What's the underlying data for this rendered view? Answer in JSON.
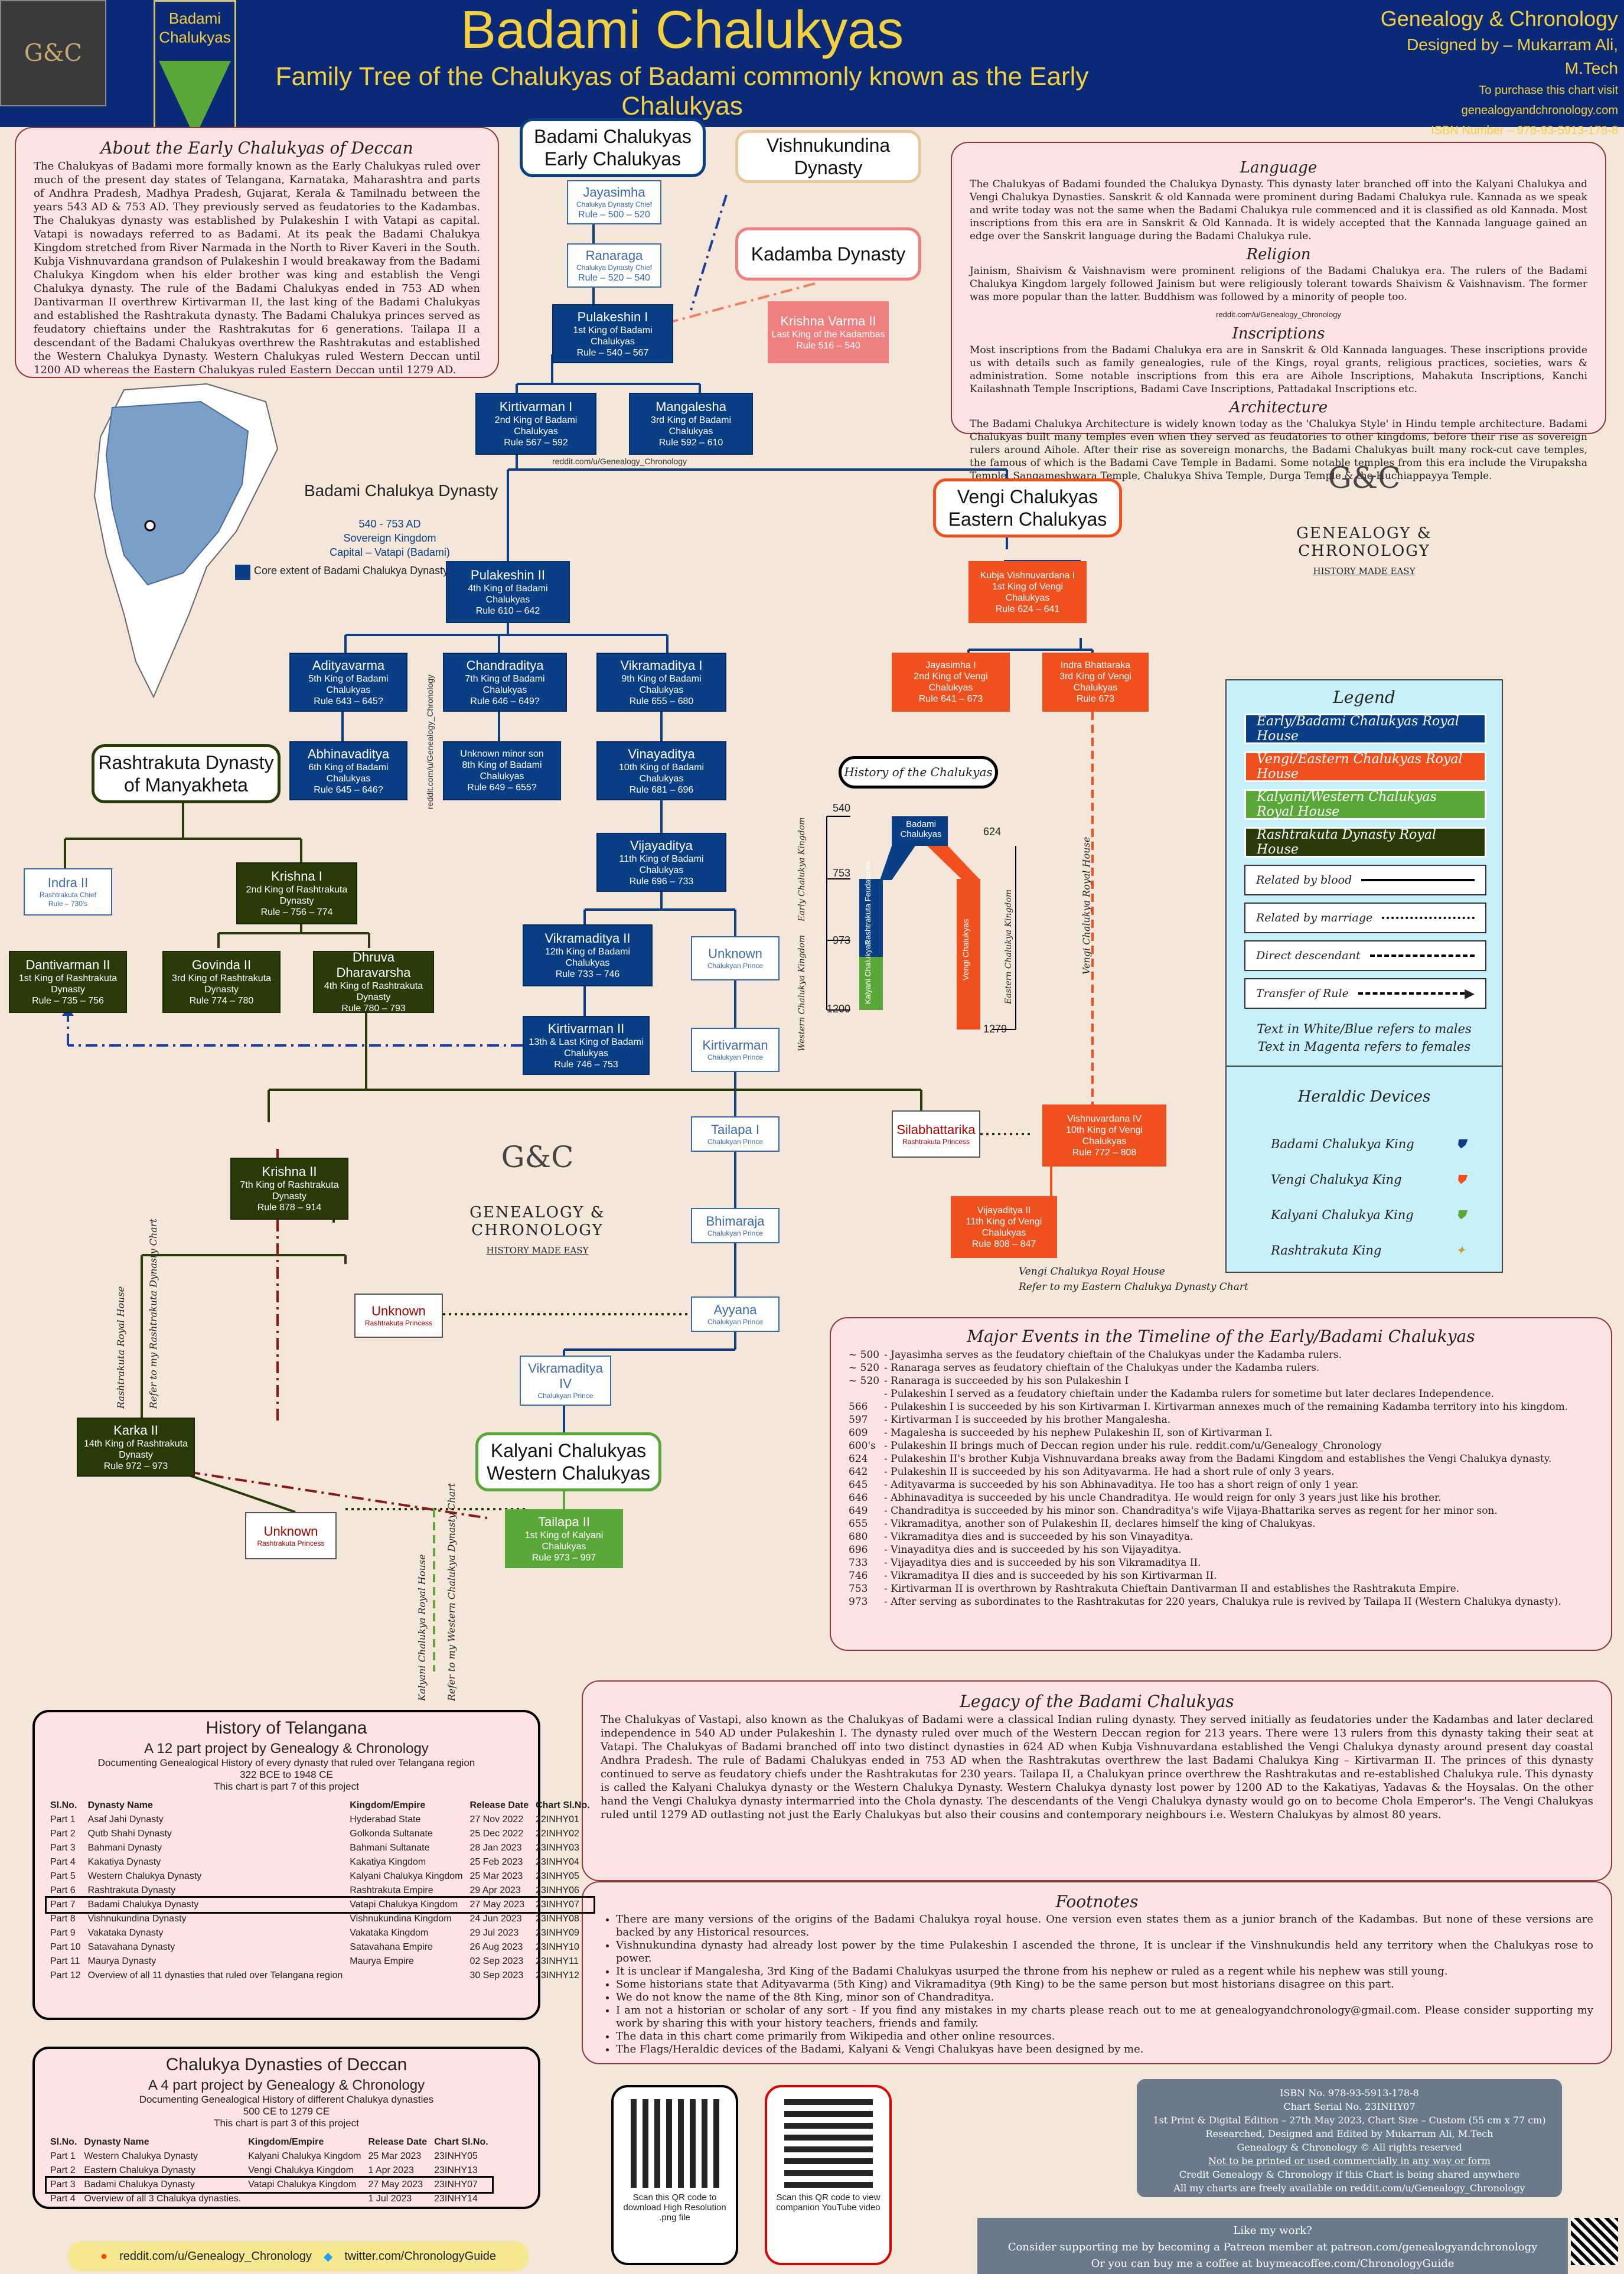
{
  "header": {
    "logo_text": "G&C",
    "shield_text": "Badami Chalukyas",
    "title": "Badami Chalukyas",
    "subtitle": "Family Tree of the Chalukyas of Badami commonly known as the Early Chalukyas",
    "right": [
      "Genealogy & Chronology",
      "Designed by – Mukarram Ali, M.Tech",
      "To purchase this chart visit",
      "genealogyandchronology.com",
      "ISBN Number – 978-93-5913-178-8"
    ]
  },
  "about": {
    "title": "About the Early Chalukyas of Deccan",
    "text": "The Chalukyas of Badami more formally known as the Early Chalukyas ruled over much of the present day states of Telangana, Karnataka, Maharashtra and parts of Andhra Pradesh, Madhya Pradesh, Gujarat, Kerala & Tamilnadu between the years 543 AD & 753 AD. They previously served as feudatories to the Kadambas. The Chalukyas dynasty was established by Pulakeshin I with Vatapi as capital. Vatapi is nowadays referred to as Badami. At its peak the Badami Chalukya Kingdom stretched from River Narmada in the North to River Kaveri in the South. Kubja Vishnuvardana grandson of Pulakeshin I would breakaway from the Badami Chalukya Kingdom when his elder brother was king and establish the Vengi Chalukya dynasty. The rule of the Badami Chalukyas ended in 753 AD when Dantivarman II overthrew Kirtivarman II, the last king of the Badami Chalukyas and established the Rashtrakuta dynasty. The Badami Chalukya princes served as feudatory chieftains under the Rashtrakutas for 6 generations. Tailapa II a descendant of the Badami Chalukyas overthrew the Rashtrakutas and established the Western Chalukya Dynasty. Western Chalukyas ruled Western Deccan until 1200 AD whereas the Eastern Chalukyas ruled Eastern Deccan until 1279 AD."
  },
  "map": {
    "title": "Badami Chalukya Dynasty",
    "years": "540 - 753 AD",
    "kingdom": "Sovereign Kingdom",
    "capital": "Capital – Vatapi (Badami)",
    "legend": "Core extent of Badami Chalukya Dynasty"
  },
  "info": {
    "language_title": "Language",
    "language": "The Chalukyas of Badami founded the Chalukya Dynasty. This dynasty later branched off into the Kalyani Chalukya and Vengi Chalukya Dynasties. Sanskrit & old Kannada were prominent during Badami Chalukya rule. Kannada as we speak and write today was not the same when the Badami Chalukya rule commenced and it is classified as old Kannada. Most inscriptions from this era are in Sanskrit & Old Kannada. It is widely accepted that the Kannada language gained an edge over the Sanskrit language during the Badami Chalukya rule.",
    "religion_title": "Religion",
    "religion": "Jainism, Shaivism & Vaishnavism were prominent religions of the Badami Chalukya era. The rulers of the Badami Chalukya Kingdom largely followed Jainism but were religiously tolerant towards Shaivism & Vaishnavism. The former was more popular than the latter. Buddhism was followed by a minority of people too.",
    "watermark": "reddit.com/u/Genealogy_Chronology",
    "inscriptions_title": "Inscriptions",
    "inscriptions": "Most inscriptions from the Badami Chalukya era are in Sanskrit & Old Kannada languages. These inscriptions provide us with details such as family genealogies, rule of the Kings, royal grants, religious practices, societies, wars & administration. Some notable inscriptions from this era are Aihole Inscriptions, Mahakuta Inscriptions, Kanchi Kailashnath Temple Inscriptions, Badami Cave Inscriptions, Pattadakal Inscriptions etc.",
    "architecture_title": "Architecture",
    "architecture": "The Badami Chalukya Architecture is widely known today as the 'Chalukya Style' in Hindu temple architecture. Badami Chalukyas built many temples even when they served as feudatories to other kingdoms, before their rise as sovereign rulers around Aihole. After their rise as sovereign monarchs, the Badami Chalukyas built many rock-cut cave temples, the famous of which is the Badami Cave Temple in Badami. Some notable temples from this era include the Virupaksha Temple, Sangameshwara Temple, Chalukya Shiva Temple, Durga Temple & the Huchiappayya Temple."
  },
  "brand": {
    "mono": "G&C",
    "name": "GENEALOGY & CHRONOLOGY",
    "tag": "HISTORY MADE EASY",
    "watermark": "reddit.com/u/Genealogy_Chronology"
  },
  "dynasties": {
    "badami": "Badami Chalukyas Early Chalukyas",
    "vishnukundina": "Vishnukundina Dynasty",
    "kadamba": "Kadamba Dynasty",
    "vengi": "Vengi Chalukyas Eastern Chalukyas",
    "rashtrakuta": "Rashtrakuta Dynasty of Manyakheta",
    "kalyani": "Kalyani Chalukyas Western Chalukyas"
  },
  "nodes": {
    "jayasimha": [
      "Jayasimha",
      "Chalukya Dynasty Chief",
      "Rule – 500 – 520"
    ],
    "ranaraga": [
      "Ranaraga",
      "Chalukya Dynasty Chief",
      "Rule – 520 – 540"
    ],
    "pulakeshin1": [
      "Pulakeshin I",
      "1st King of Badami Chalukyas",
      "Rule – 540 – 567"
    ],
    "krishnavarma": [
      "Krishna Varma II",
      "Last King of the Kadambas",
      "Rule 516 – 540"
    ],
    "kirtivarman1": [
      "Kirtivarman I",
      "2nd King of Badami Chalukyas",
      "Rule 567 – 592"
    ],
    "mangalesha": [
      "Mangalesha",
      "3rd King of Badami Chalukyas",
      "Rule 592 – 610"
    ],
    "pulakeshin2": [
      "Pulakeshin II",
      "4th King of Badami Chalukyas",
      "Rule 610 – 642"
    ],
    "kubja": [
      "Kubja Vishnuvardana I",
      "1st King of Vengi Chalukyas",
      "Rule 624 – 641"
    ],
    "adityavarma": [
      "Adityavarma",
      "5th King of Badami Chalukyas",
      "Rule 643 – 645?"
    ],
    "chandraditya": [
      "Chandraditya",
      "7th King of Badami Chalukyas",
      "Rule 646 – 649?"
    ],
    "vikramaditya1": [
      "Vikramaditya I",
      "9th King of Badami Chalukyas",
      "Rule 655 – 680"
    ],
    "jayasimha1": [
      "Jayasimha I",
      "2nd King of Vengi Chalukyas",
      "Rule 641 – 673"
    ],
    "indra": [
      "Indra Bhattaraka",
      "3rd King of Vengi Chalukyas",
      "Rule 673"
    ],
    "abhinavaditya": [
      "Abhinavaditya",
      "6th King of Badami Chalukyas",
      "Rule 645 – 646?"
    ],
    "unknownminor": [
      "Unknown minor son",
      "8th King of Badami Chalukyas",
      "Rule 649 – 655?"
    ],
    "vinayaditya": [
      "Vinayaditya",
      "10th King of Badami Chalukyas",
      "Rule 681 – 696"
    ],
    "vijayaditya": [
      "Vijayaditya",
      "11th King of Badami Chalukyas",
      "Rule 696 – 733"
    ],
    "vikramaditya2": [
      "Vikramaditya II",
      "12th King of Badami Chalukyas",
      "Rule 733 – 746"
    ],
    "kirtivarman2": [
      "Kirtivarman II",
      "13th & Last King of Badami Chalukyas",
      "Rule 746 – 753"
    ],
    "unknownprince": [
      "Unknown",
      "Chalukyan Prince",
      ""
    ],
    "kirtivarmanp": [
      "Kirtivarman",
      "Chalukyan Prince",
      ""
    ],
    "tailapa1": [
      "Tailapa I",
      "Chalukyan Prince",
      ""
    ],
    "bhimaraja": [
      "Bhimaraja",
      "Chalukyan Prince",
      ""
    ],
    "ayyana": [
      "Ayyana",
      "Chalukyan Prince",
      ""
    ],
    "vikramaditya4": [
      "Vikramaditya IV",
      "Chalukyan Prince",
      ""
    ],
    "tailapa2": [
      "Tailapa II",
      "1st King of Kalyani Chalukyas",
      "Rule 973 – 997"
    ],
    "indra2": [
      "Indra II",
      "Rashtrakuta Chief",
      "Rule – 730's"
    ],
    "krishna1": [
      "Krishna I",
      "2nd King of Rashtrakuta Dynasty",
      "Rule – 756 – 774"
    ],
    "dantivarman2": [
      "Dantivarman II",
      "1st King of Rashtrakuta Dynasty",
      "Rule – 735 – 756"
    ],
    "govinda2": [
      "Govinda II",
      "3rd King of Rashtrakuta Dynasty",
      "Rule 774 – 780"
    ],
    "dhruva": [
      "Dhruva Dharavarsha",
      "4th King of Rashtrakuta Dynasty",
      "Rule 780 – 793"
    ],
    "krishna2": [
      "Krishna II",
      "7th King of Rashtrakuta Dynasty",
      "Rule 878 – 914"
    ],
    "karka2": [
      "Karka II",
      "14th King of Rashtrakuta Dynasty",
      "Rule 972 – 973"
    ],
    "unknownrp1": [
      "Unknown",
      "Rashtrakuta Princess",
      ""
    ],
    "unknownrp2": [
      "Unknown",
      "Rashtrakuta Princess",
      ""
    ],
    "silabhattarika": [
      "Silabhattarika",
      "Rashtrakuta Princess",
      ""
    ],
    "vishnuvardana4": [
      "Vishnuvardana IV",
      "10th King of Vengi Chalukyas",
      "Rule 772 – 808"
    ],
    "vijayaditya2": [
      "Vijayaditya II",
      "11th King of Vengi Chalukyas",
      "Rule 808 – 847"
    ]
  },
  "tree_labels": {
    "vengi_house": "Vengi Chalukya Royal House",
    "vengi_refer": "Vengi Chalukya Royal House",
    "vengi_refer2": "Refer to my Eastern Chalukya Dynasty Chart",
    "rash_house": "Rashtrakuta Royal House",
    "rash_refer": "Refer to my Rashtrakuta Dynasty Chart",
    "kal_house": "Kalyani Chalukya Royal House",
    "kal_refer": "Refer to my Western Chalukya Dynasty Chart",
    "wm": "reddit.com/u/Genealogy_Chronology"
  },
  "history": {
    "title": "History of the Chalukyas",
    "badami": "Badami Chalukyas",
    "rashtrakuta": "Rashtrakuta Feudatories",
    "kalyani": "Kalyani Chalukyas",
    "vengi": "Vengi Chalukyas",
    "early": "Early Chalukya Kingdom",
    "western": "Western Chalukya Kingdom",
    "eastern": "Eastern Chalukya Kingdom",
    "y540": "540",
    "y624": "624",
    "y753": "753",
    "y973": "973",
    "y1200": "1200",
    "y1279": "1279"
  },
  "legend": {
    "title": "Legend",
    "items": [
      "Early/Badami Chalukyas Royal House",
      "Vengi/Eastern Chalukyas Royal House",
      "Kalyani/Western Chalukyas Royal House",
      "Rashtrakuta Dynasty Royal House",
      "Related by blood",
      "Related by marriage",
      "Direct descendant",
      "Transfer of Rule"
    ],
    "note1": "Text in White/Blue refers to males",
    "note2": "Text in Magenta refers to females",
    "heraldic_title": "Heraldic Devices",
    "heraldic": [
      "Badami Chalukya King",
      "Vengi Chalukya King",
      "Kalyani Chalukya King",
      "Rashtrakuta King"
    ],
    "colors": {
      "badami": "#0a3f86",
      "vengi": "#f0501e",
      "kalyani": "#5aa83a",
      "rashtrakuta": "#2a3b0a"
    }
  },
  "events": {
    "title": "Major Events in the Timeline of the Early/Badami Chalukyas",
    "rows": [
      [
        "~ 500",
        "- Jayasimha serves as the feudatory chieftain of the Chalukyas under the Kadamba rulers."
      ],
      [
        "~ 520",
        "- Ranaraga serves as feudatory chieftain of the Chalukyas under the Kadamba rulers."
      ],
      [
        "~ 520",
        "- Ranaraga is succeeded by his son Pulakeshin I"
      ],
      [
        "",
        "- Pulakeshin I served as a feudatory chieftain under the Kadamba rulers for sometime but later declares Independence."
      ],
      [
        "566",
        "- Pulakeshin I is succeeded by his son Kirtivarman I. Kirtivarman annexes much of the remaining Kadamba territory into his kingdom."
      ],
      [
        "597",
        "- Kirtivarman I is succeeded by his brother Mangalesha."
      ],
      [
        "609",
        "- Magalesha is succeeded by his nephew Pulakeshin II, son of Kirtivarman I."
      ],
      [
        "600's",
        "- Pulakeshin II brings much of Deccan region under his rule. reddit.com/u/Genealogy_Chronology"
      ],
      [
        "624",
        "- Pulakeshin II's brother Kubja Vishnuvardana breaks away from the Badami Kingdom and establishes the Vengi Chalukya dynasty."
      ],
      [
        "642",
        "- Pulakeshin II is succeeded by his son Adityavarma. He had a short rule of only 3 years."
      ],
      [
        "645",
        "- Adityavarma is succeeded by his son Abhinavaditya. He too has a short reign of only 1 year."
      ],
      [
        "646",
        "- Abhinavaditya is succeeded by his uncle Chandraditya. He would reign for only 3 years just like his brother."
      ],
      [
        "649",
        "- Chandraditya is succeeded by his minor son. Chandraditya's wife Vijaya-Bhattarika serves as regent for her minor son."
      ],
      [
        "655",
        "- Vikramaditya, another son of Pulakeshin II, declares himself the king of Chalukyas."
      ],
      [
        "680",
        "- Vikramaditya dies and is succeeded by his son Vinayaditya."
      ],
      [
        "696",
        "- Vinayaditya dies and is succeeded by his son Vijayaditya."
      ],
      [
        "733",
        "- Vijayaditya dies and is succeeded by his son Vikramaditya II."
      ],
      [
        "746",
        "- Vikramaditya II dies and is succeeded by his son Kirtivarman II."
      ],
      [
        "753",
        "- Kirtivarman II is overthrown by Rashtrakuta Chieftain Dantivarman II and establishes the Rashtrakuta Empire."
      ],
      [
        "973",
        "- After serving as subordinates to the Rashtrakutas for 220 years, Chalukya rule is revived by Tailapa II (Western Chalukya dynasty)."
      ]
    ]
  },
  "legacy": {
    "title": "Legacy of the Badami Chalukyas",
    "text": "The Chalukyas of Vastapi, also known as the Chalukyas of Badami were a classical Indian ruling dynasty. They served initially as feudatories under the Kadambas and later declared independence in 540 AD under Pulakeshin I. The dynasty ruled over much of the Western Deccan region for 213 years. There were 13 rulers from this dynasty taking their seat at Vatapi. The Chalukyas of Badami branched off into two distinct dynasties in 624 AD when Kubja Vishnuvardana established the Vengi Chalukya dynasty around present day coastal Andhra Pradesh. The rule of Badami Chalukyas ended in 753 AD when the Rashtrakutas overthrew the last Badami Chalukya King – Kirtivarman II. The princes of this dynasty continued to serve as feudatory chiefs under the Rashtrakutas for 230 years. Tailapa II, a Chalukyan prince overthrew the Rashtrakutas and re-established Chalukya rule. This dynasty is called the Kalyani Chalukya dynasty or the Western Chalukya Dynasty. Western Chalukya dynasty lost power by 1200 AD to the Kakatiyas, Yadavas & the Hoysalas. On the other hand the Vengi Chalukya dynasty intermarried into the Chola dynasty. The descendants of the Vengi Chalukya dynasty would go on to become Chola Emperor's. The Vengi Chalukyas ruled until 1279 AD outlasting not just the Early Chalukyas but also their cousins and contemporary neighbours i.e. Western Chalukyas by almost 80 years."
  },
  "footnotes": {
    "title": "Footnotes",
    "items": [
      "There are many versions of the origins of the Badami Chalukya royal house. One version even states them as a junior branch of the Kadambas. But none of these versions are backed by any Historical resources.",
      "Vishnukundina dynasty had already lost power by the time Pulakeshin I ascended the throne, It is unclear if the Vinshnukundis held any territory when the Chalukyas rose to power.",
      "It is unclear if Mangalesha, 3rd King of the Badami Chalukyas usurped the throne from his nephew or ruled as a regent while his nephew was still young.",
      "Some historians state that Adityavarma (5th King) and Vikramaditya (9th King) to be the same person but most historians disagree on this part.",
      "We do not know the name of the 8th King, minor son of Chandraditya.",
      "I am not a historian or scholar of any sort - If you find any mistakes in my charts please reach out to me at genealogyandchronology@gmail.com. Please consider supporting my work by sharing this with your history teachers, friends and family.",
      "The data in this chart come primarily from Wikipedia and other online resources.",
      "The Flags/Heraldic devices of the Badami, Kalyani & Vengi Chalukyas have been designed by me."
    ]
  },
  "telangana": {
    "title": "History of Telangana",
    "sub": "A 12 part project by Genealogy & Chronology",
    "desc": "Documenting Genealogical History of every dynasty that ruled over Telangana region",
    "range": "322 BCE to 1948 CE",
    "part": "This chart is part 7 of this project",
    "headers": [
      "Sl.No.",
      "Dynasty Name",
      "Kingdom/Empire",
      "Release Date",
      "Chart Sl.No."
    ],
    "rows": [
      [
        "Part 1",
        "Asaf Jahi Dynasty",
        "Hyderabad State",
        "27 Nov 2022",
        "22INHY01"
      ],
      [
        "Part 2",
        "Qutb Shahi Dynasty",
        "Golkonda Sultanate",
        "25 Dec 2022",
        "22INHY02"
      ],
      [
        "Part 3",
        "Bahmani Dynasty",
        "Bahmani Sultanate",
        "28 Jan 2023",
        "23INHY03"
      ],
      [
        "Part 4",
        "Kakatiya Dynasty",
        "Kakatiya Kingdom",
        "25 Feb 2023",
        "23INHY04"
      ],
      [
        "Part 5",
        "Western Chalukya Dynasty",
        "Kalyani Chalukya Kingdom",
        "25 Mar 2023",
        "23INHY05"
      ],
      [
        "Part 6",
        "Rashtrakuta Dynasty",
        "Rashtrakuta Empire",
        "29 Apr 2023",
        "23INHY06"
      ],
      [
        "Part 7",
        "Badami Chalukya Dynasty",
        "Vatapi Chalukya Kingdom",
        "27 May 2023",
        "23INHY07"
      ],
      [
        "Part 8",
        "Vishnukundina Dynasty",
        "Vishnukundina Kingdom",
        "24 Jun 2023",
        "23INHY08"
      ],
      [
        "Part 9",
        "Vakataka Dynasty",
        "Vakataka Kingdom",
        "29 Jul 2023",
        "23INHY09"
      ],
      [
        "Part 10",
        "Satavahana Dynasty",
        "Satavahana Empire",
        "26 Aug 2023",
        "23INHY10"
      ],
      [
        "Part 11",
        "Maurya Dynasty",
        "Maurya Empire",
        "02 Sep 2023",
        "23INHY11"
      ],
      [
        "Part 12",
        "Overview of all 11 dynasties that ruled over Telangana region",
        "",
        "30 Sep 2023",
        "23INHY12"
      ]
    ]
  },
  "deccan": {
    "title": "Chalukya Dynasties of Deccan",
    "sub": "A 4 part project by Genealogy & Chronology",
    "desc": "Documenting Genealogical History of different Chalukya dynasties",
    "range": "500 CE to 1279 CE",
    "part": "This chart is part 3 of this project",
    "headers": [
      "Sl.No.",
      "Dynasty Name",
      "Kingdom/Empire",
      "Release Date",
      "Chart Sl.No."
    ],
    "rows": [
      [
        "Part 1",
        "Western Chalukya Dynasty",
        "Kalyani Chalukya Kingdom",
        "25 Mar 2023",
        "23INHY05"
      ],
      [
        "Part 2",
        "Eastern Chalukya Dynasty",
        "Vengi Chalukya Kingdom",
        "1 Apr 2023",
        "23INHY13"
      ],
      [
        "Part 3",
        "Badami Chalukya Dynasty",
        "Vatapi Chalukya Kingdom",
        "27 May 2023",
        "23INHY07"
      ],
      [
        "Part 4",
        "Overview of all 3 Chalukya dynasties.",
        "",
        "1 Jul 2023",
        "23INHY14"
      ]
    ]
  },
  "qr": {
    "left": "Scan this QR code to download High Resolution .png file",
    "right": "Scan this QR code to view companion YouTube video"
  },
  "isbn": {
    "lines": [
      "ISBN No. 978-93-5913-178-8",
      "Chart Serial No. 23INHY07",
      "1st Print & Digital Edition – 27th May 2023, Chart Size – Custom (55 cm x 77 cm)",
      "Researched, Designed and Edited by Mukarram Ali, M.Tech",
      "Genealogy & Chronology © All rights reserved",
      "Not to be printed or used commercially in any way or form",
      "Credit Genealogy & Chronology if this Chart is being shared anywhere",
      "All my charts are freely available on reddit.com/u/Genealogy_Chronology"
    ]
  },
  "support": {
    "lines": [
      "Like my work?",
      "Consider supporting me by becoming a Patreon member at patreon.com/genealogyandchronology",
      "Or you can buy me a coffee at buymeacoffee.com/ChronologyGuide"
    ]
  },
  "social": {
    "reddit": "reddit.com/u/Genealogy_Chronology",
    "twitter": "twitter.com/ChronologyGuide"
  }
}
